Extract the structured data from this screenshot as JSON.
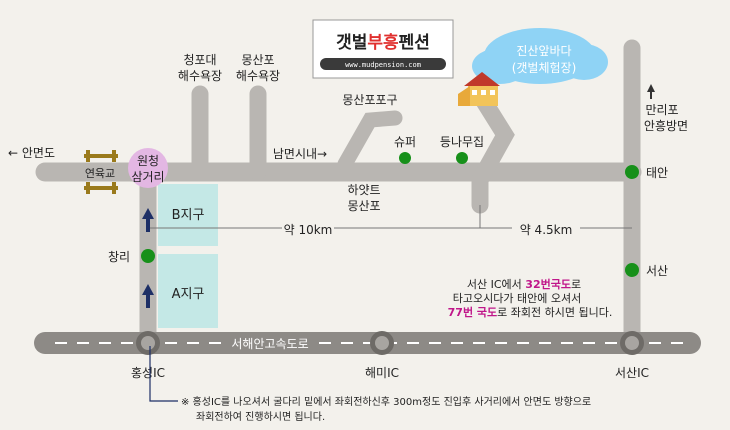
{
  "brand": {
    "name_part1": "갯벌",
    "name_part2": "부흥",
    "name_part3": "펜션",
    "url": "www.mudpension.com"
  },
  "places": {
    "cheongpodae": [
      "청포대",
      "해수욕장"
    ],
    "mongsanpo": [
      "몽산포",
      "해수욕장"
    ],
    "mongsanpo_port": "몽산포포구",
    "jinsan_sea": [
      "진산앞바다",
      "(갯벌체험장)"
    ],
    "manripo": [
      "만리포",
      "안흥방면"
    ],
    "anmyeondo": "← 안면도",
    "yeonyukgyo": "연육교",
    "woncheong": [
      "원청",
      "삼거리"
    ],
    "nammyeon": "남면시내→",
    "super": "슈퍼",
    "deungna": "등나무집",
    "hyatt": [
      "하얏트",
      "몽산포"
    ],
    "taean": "태안",
    "seosan": "서산",
    "changri": "창리",
    "b_zone": "B지구",
    "a_zone": "A지구",
    "dist_10km": "약 10km",
    "dist_45km": "약 4.5km",
    "highway": "서해안고속도로",
    "ic_hongseong": "홍성IC",
    "ic_haemi": "해미IC",
    "ic_seosan": "서산IC"
  },
  "directions": {
    "seosan_note_l1_a": "서산 IC에서 ",
    "seosan_note_l1_b": "32번국도",
    "seosan_note_l1_c": "로",
    "seosan_note_l2": "타고오시다가 태안에 오셔서",
    "seosan_note_l3_a": "77번 국도",
    "seosan_note_l3_b": "로 좌회전 하시면 됩니다.",
    "hongseong_note_l1": "※ 홍성IC를 나오셔서 굴다리 밑에서 좌회전하신후 300m정도 진입후 사거리에서 안면도 방향으로",
    "hongseong_note_l2": "좌회전하여 진행하시면 됩니다."
  },
  "colors": {
    "road": "#b9b6b2",
    "highway": "#8d8a86",
    "marker": "#17901a",
    "zone": "#c4e8e6",
    "brand_red": "#e0302e",
    "highlight": "#c0168a",
    "woncheong_circle": "#e3b7e3",
    "bridge": "#9a7a1c",
    "arrow": "#1d2f66",
    "cloud": "#8fd3f5"
  }
}
